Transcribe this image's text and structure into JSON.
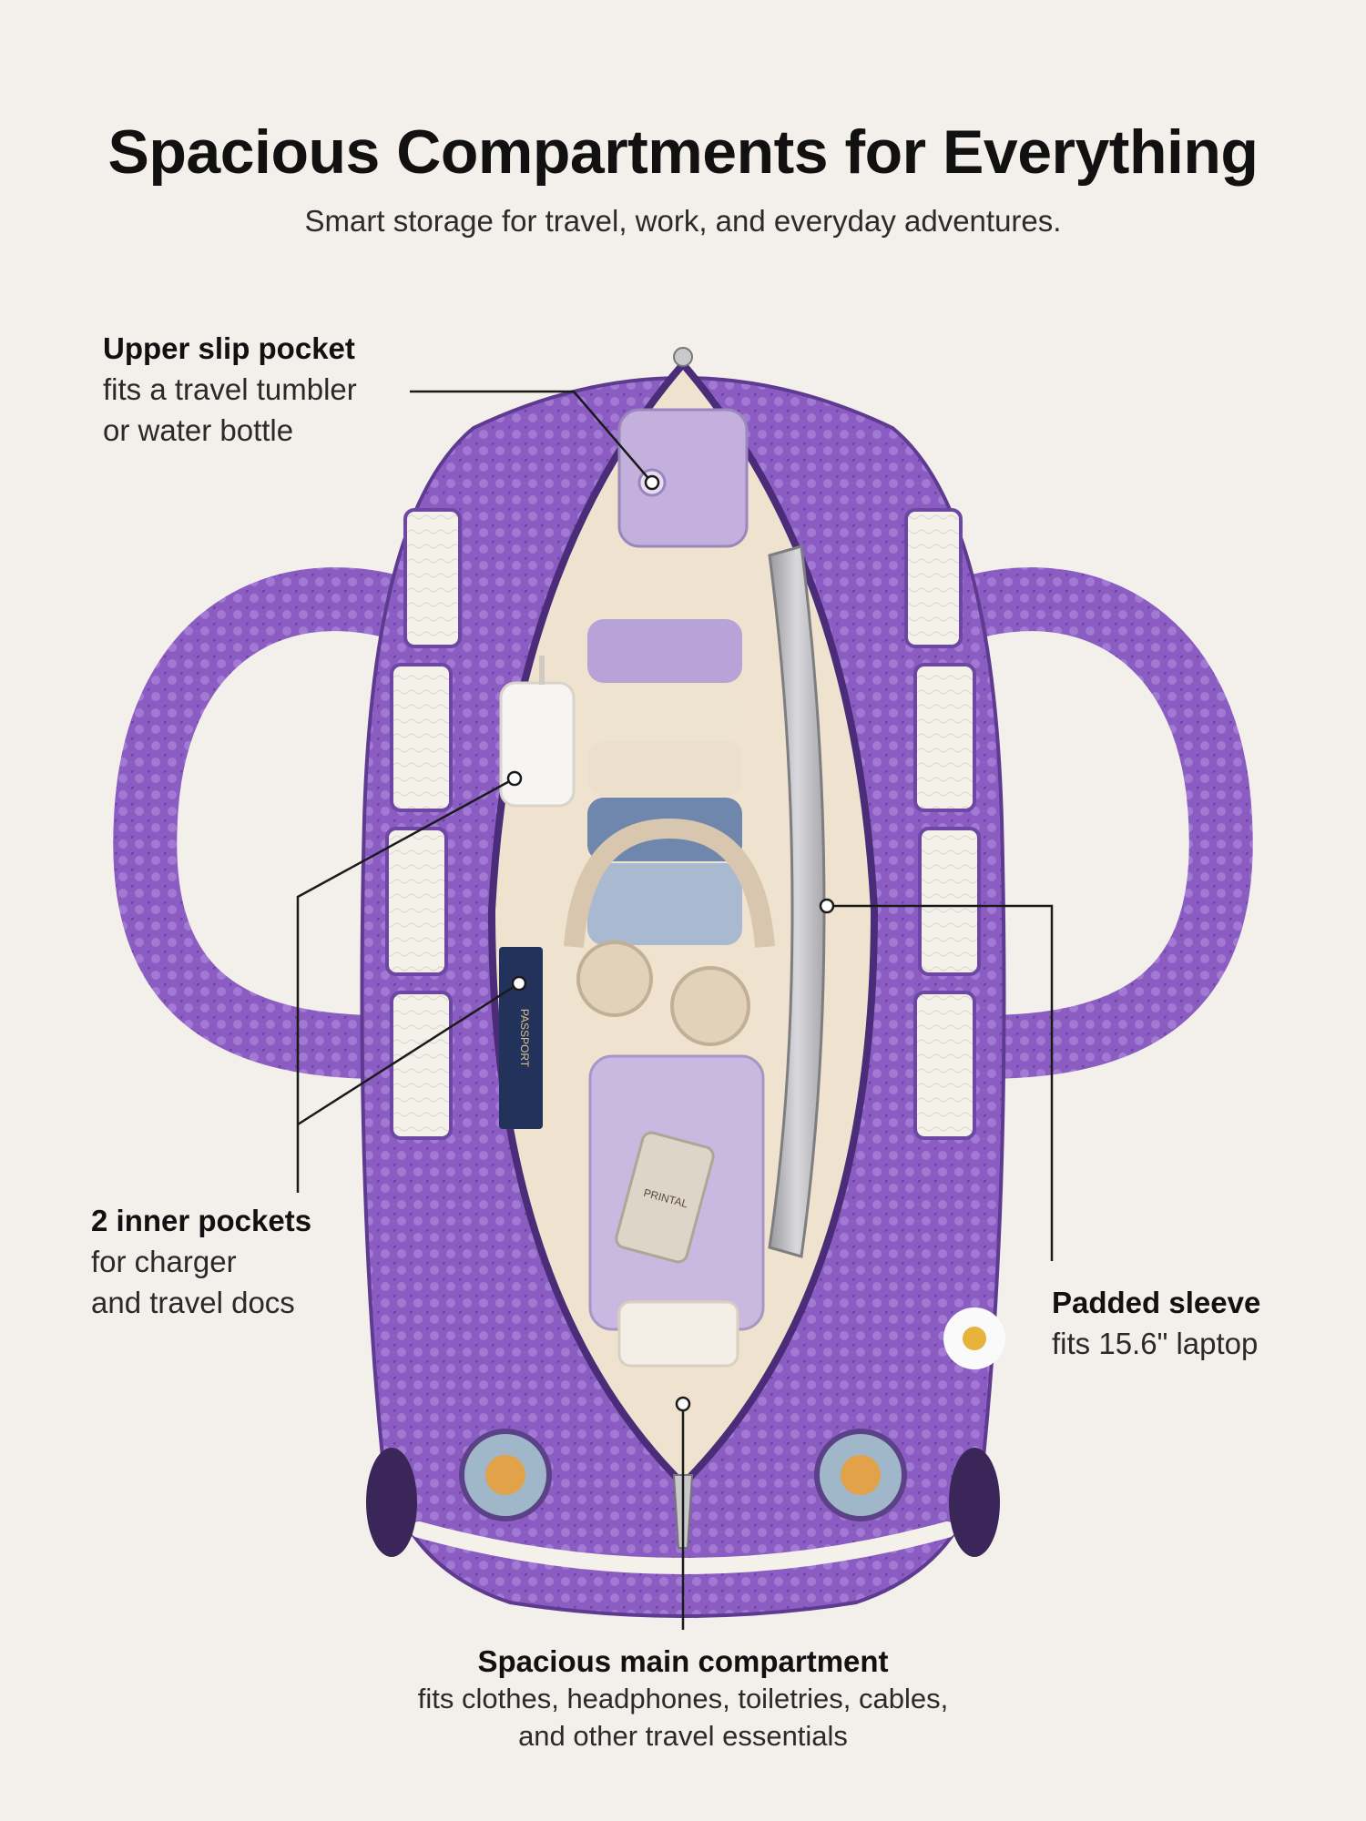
{
  "title": "Spacious Compartments for Everything",
  "subtitle": "Smart storage for travel, work, and everyday adventures.",
  "callouts": {
    "upper": {
      "heading": "Upper slip pocket",
      "lines": [
        "fits a travel tumbler",
        "or water bottle"
      ]
    },
    "inner": {
      "heading": "2 inner pockets",
      "lines": [
        "for charger",
        "and travel docs"
      ]
    },
    "sleeve": {
      "heading": "Padded sleeve",
      "lines": [
        "fits 15.6\" laptop"
      ]
    },
    "main": {
      "heading": "Spacious main compartment",
      "lines": [
        "fits clothes, headphones, toiletries, cables,",
        "and other travel essentials"
      ]
    }
  },
  "product": {
    "description_visible": "purple quilted floral bus-shaped travel tote, open top view",
    "passport_text": "PASSPORT",
    "bottle_label": "PRINTAL"
  },
  "colors": {
    "background": "#f3efea",
    "bag_purple": "#8a5cc0",
    "bag_purple_dark": "#5e3a90",
    "lining": "#efe3cf",
    "window_white": "#f4f0ea",
    "leader_line": "#1a1a1a"
  }
}
